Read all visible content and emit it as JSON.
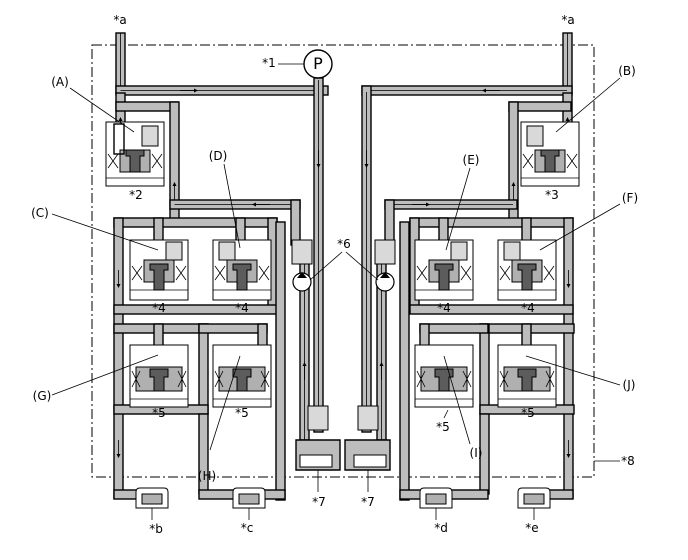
{
  "diagram": {
    "labels": {
      "a_left": "*a",
      "a_right": "*a",
      "pump": "*1",
      "pump_symbol": "P",
      "A": "(A)",
      "B": "(B)",
      "C": "(C)",
      "D": "(D)",
      "E": "(E)",
      "F": "(F)",
      "G": "(G)",
      "H": "(H)",
      "I": "(I)",
      "J": "(J)",
      "s2": "*2",
      "s3": "*3",
      "s4_1": "*4",
      "s4_2": "*4",
      "s4_3": "*4",
      "s4_4": "*4",
      "s5_1": "*5",
      "s5_2": "*5",
      "s5_3": "*5",
      "s5_4": "*5",
      "s6": "*6",
      "s7_left": "*7",
      "s7_right": "*7",
      "s8": "*8",
      "b": "*b",
      "c": "*c",
      "d": "*d",
      "e": "*e"
    }
  }
}
